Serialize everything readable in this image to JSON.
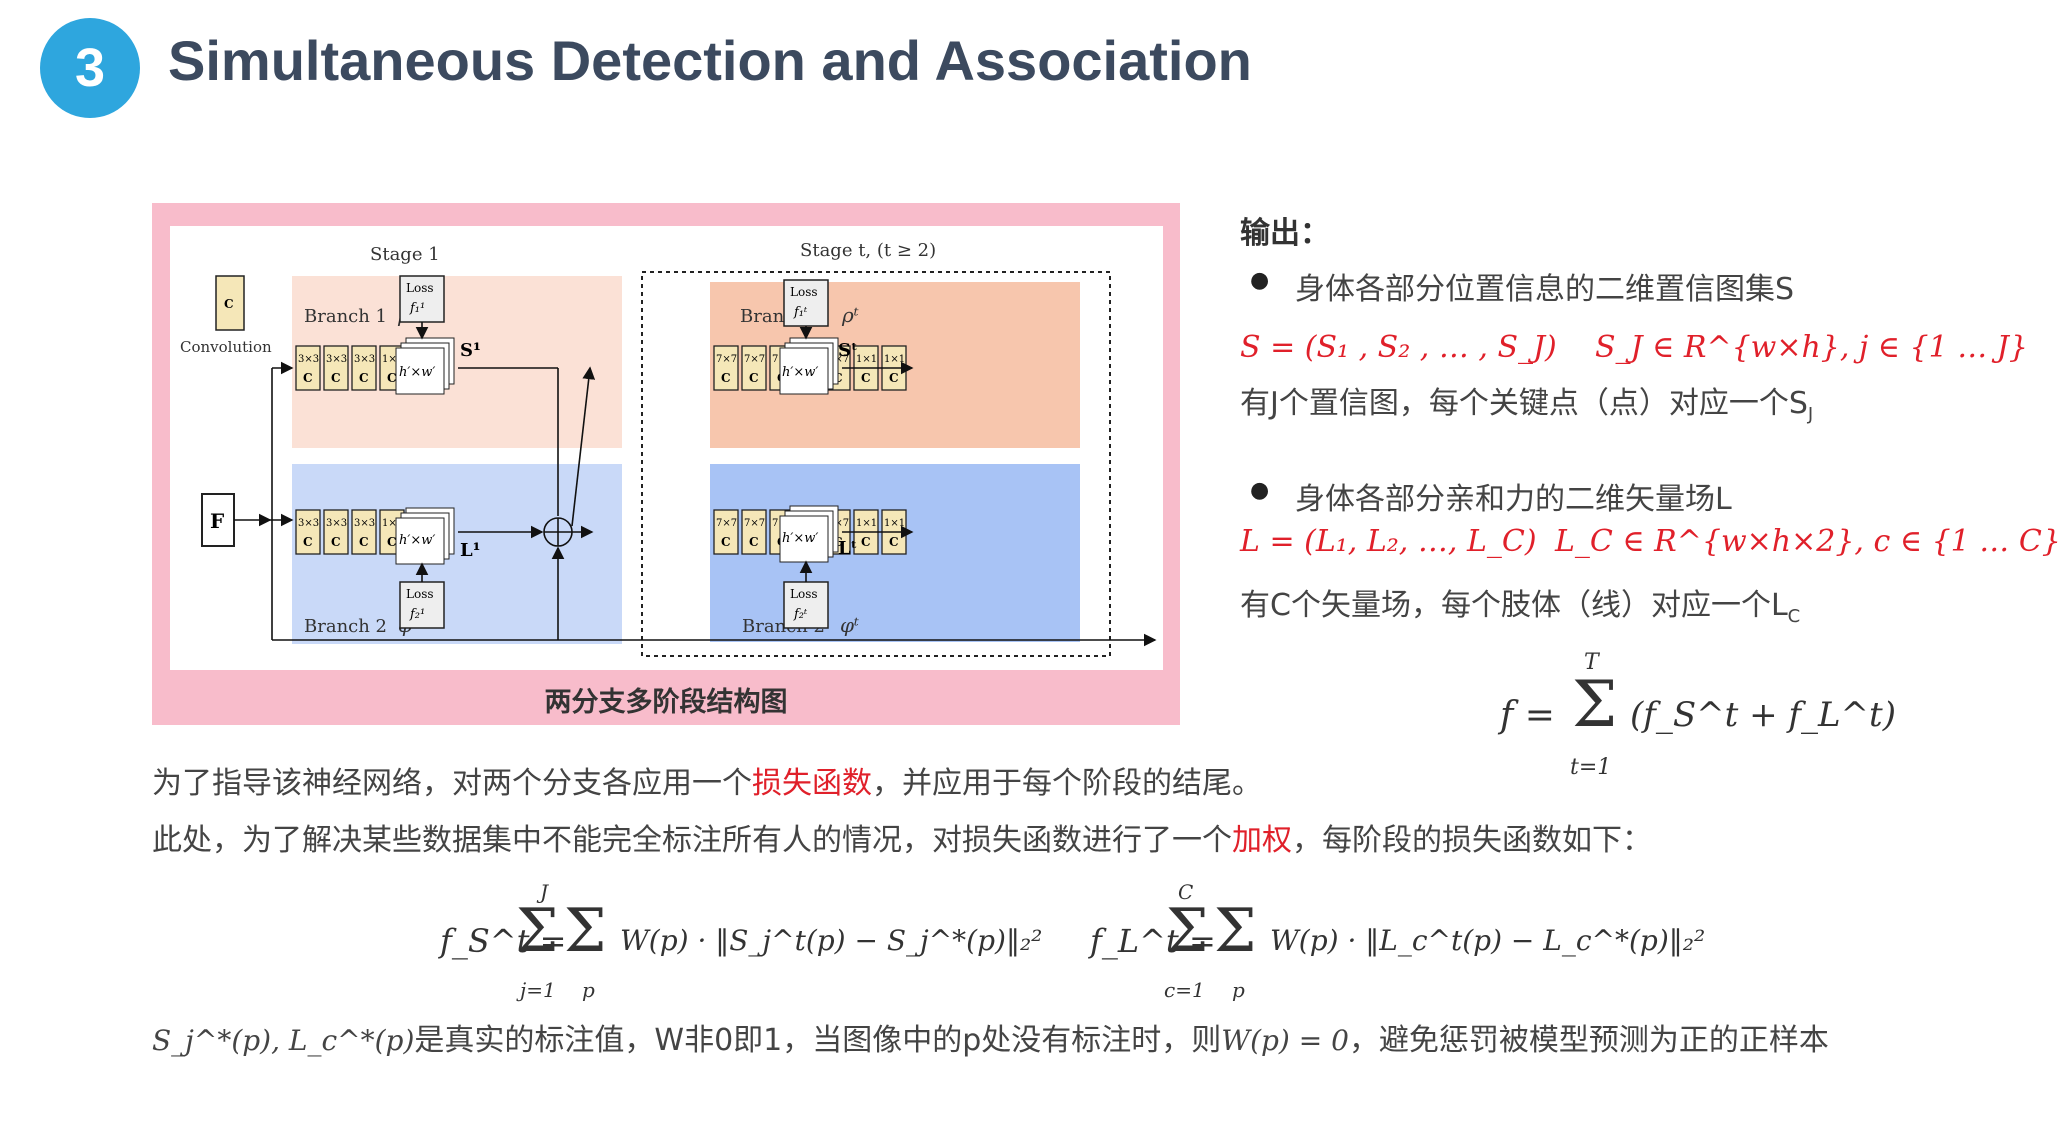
{
  "header": {
    "badge": "3",
    "title": "Simultaneous Detection and Association"
  },
  "diagram": {
    "caption": "两分支多阶段结构图",
    "stage1_label": "Stage 1",
    "staget_label": "Stage t, (t ≥ 2)",
    "convolution_label": "Convolution",
    "conv_box": "C",
    "input_label": "F",
    "branch1_label": "Branch 1",
    "branch2_label": "Branch 2",
    "rho1": "ρ¹",
    "phi1": "φ¹",
    "rhot": "ρᵗ",
    "phit": "φᵗ",
    "loss_label": "Loss",
    "loss_f1": "f₁¹",
    "loss_f2": "f₂¹",
    "loss_f1t": "f₁ᵗ",
    "loss_f2t": "f₂ᵗ",
    "output_hw": "h′×w′",
    "S1": "S¹",
    "L1": "L¹",
    "St": "Sᵗ",
    "Lt": "Lᵗ",
    "stage1_kernels": [
      "3×3",
      "3×3",
      "3×3",
      "1×1",
      "1×1"
    ],
    "staget_kernels": [
      "7×7",
      "7×7",
      "7×7",
      "7×7",
      "7×7",
      "1×1",
      "1×1"
    ],
    "kernel_c": "C"
  },
  "output": {
    "title": "输出：",
    "bullet1": "身体各部分位置信息的二维置信图集S",
    "formula_S": "S = (S₁ , S₂ , … , S_J)",
    "formula_Sj": "S_J ∈ R^{w×h}, j ∈ {1 … J}",
    "desc1": "有J个置信图，每个关键点（点）对应一个S",
    "desc1_sub": "J",
    "bullet2": "身体各部分亲和力的二维矢量场L",
    "formula_L": "L = (L₁, L₂, …, L_C)",
    "formula_Lc": "L_C ∈ R^{w×h×2}, c ∈ {1 … C}",
    "desc2": "有C个矢量场，每个肢体（线）对应一个L",
    "desc2_sub": "C"
  },
  "body": {
    "line1_a": "为了指导该神经网络，对两个分支各应用一个",
    "line1_red": "损失函数",
    "line1_b": "，并应用于每个阶段的结尾。",
    "line2_a": "此处，为了解决某些数据集中不能完全标注所有人的情况，对损失函数进行了一个",
    "line2_red": "加权",
    "line2_b": "，每阶段的损失函数如下：",
    "line3_a": "是真实的标注值，W非0即1，当图像中的p处没有标注时，则",
    "line3_b": "，避免惩罚被模型预测为正的正样本"
  },
  "formulas": {
    "f_total_lhs": "f =",
    "f_total_sum_top": "T",
    "f_total_sum_bottom": "t=1",
    "f_total_rhs": "(f_S^t + f_L^t)",
    "fS_lhs": "f_S^t =",
    "fS_sum1_top": "J",
    "fS_sum1_bottom": "j=1",
    "fS_sum2_bottom": "p",
    "fS_rhs": "W(p) · ‖S_j^t(p) − S_j^*(p)‖₂²",
    "fL_lhs": "f_L^t =",
    "fL_sum1_top": "C",
    "fL_sum1_bottom": "c=1",
    "fL_sum2_bottom": "p",
    "fL_rhs": "W(p) · ‖L_c^t(p) − L_c^*(p)‖₂²",
    "gt": "S_j^*(p), L_c^*(p)",
    "wp": "W(p) = 0"
  }
}
